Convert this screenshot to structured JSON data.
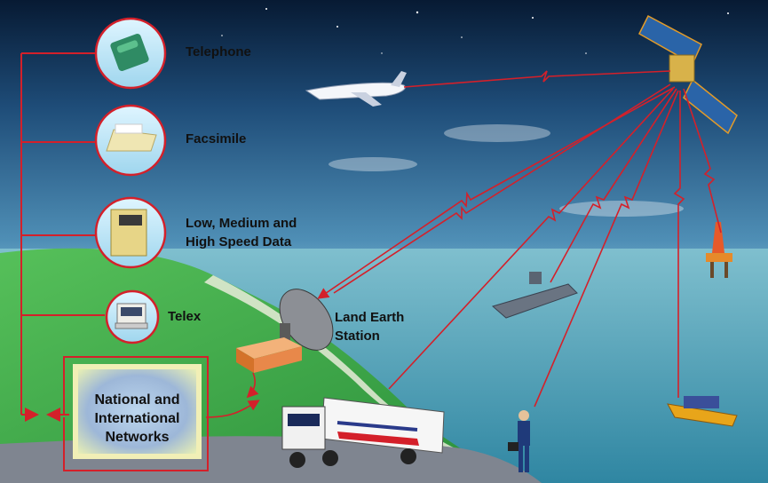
{
  "labels": {
    "telephone": "Telephone",
    "facsimile": "Facsimile",
    "data_line1": "Low, Medium and",
    "data_line2": "High Speed Data",
    "telex": "Telex",
    "les_line1": "Land Earth",
    "les_line2": "Station",
    "net_line1": "National and",
    "net_line2": "International",
    "net_line3": "Networks"
  },
  "icons": {
    "telephone": "telephone-icon",
    "facsimile": "fax-machine-icon",
    "data": "data-terminal-icon",
    "telex": "telex-terminal-icon",
    "satellite": "satellite-icon",
    "airplane": "airplane-icon",
    "ship": "aircraft-carrier-icon",
    "oil_rig": "oil-rig-icon",
    "hovercraft": "hovercraft-icon",
    "truck": "truck-icon",
    "person": "businessman-icon",
    "dish": "satellite-dish-icon",
    "globe": "globe-icon"
  },
  "colors": {
    "link_red": "#d4202a",
    "sky_top": "#071a33",
    "sky_bottom": "#8fc6d9",
    "land": "#3fae48",
    "sea": "#4c9fb4",
    "road": "#7f8590"
  }
}
